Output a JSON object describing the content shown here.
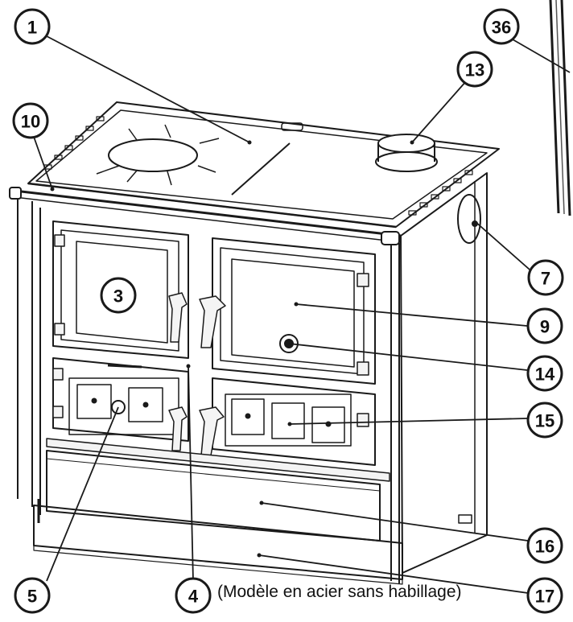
{
  "caption": "(Modèle en acier sans habillage)",
  "callouts": [
    {
      "number": "1"
    },
    {
      "number": "36"
    },
    {
      "number": "13"
    },
    {
      "number": "10"
    },
    {
      "number": "3"
    },
    {
      "number": "7"
    },
    {
      "number": "9"
    },
    {
      "number": "14"
    },
    {
      "number": "15"
    },
    {
      "number": "16"
    },
    {
      "number": "17"
    },
    {
      "number": "5"
    },
    {
      "number": "4"
    }
  ],
  "colors": {
    "line": "#1a1a1a",
    "stroke_light": "#555555",
    "fill_panel": "#f4f4f4"
  }
}
